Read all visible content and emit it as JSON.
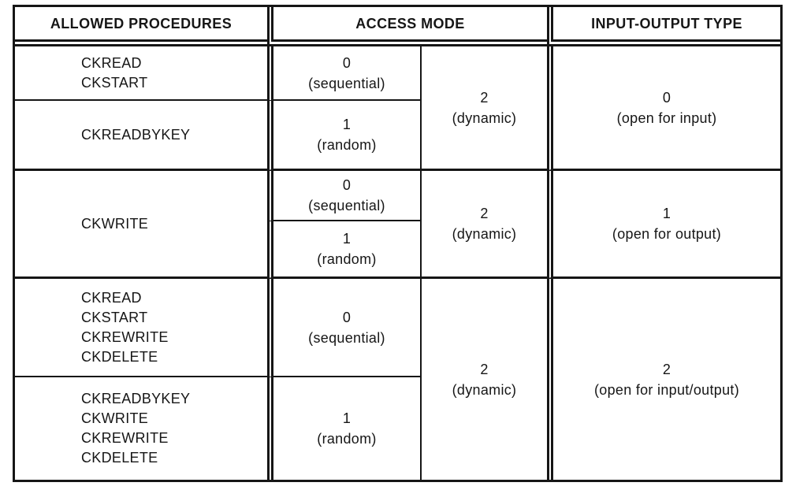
{
  "page": {
    "background": "#ffffff",
    "ink": "#161616"
  },
  "table": {
    "headers": {
      "procedures": "ALLOWED PROCEDURES",
      "access_mode": "ACCESS MODE",
      "io_type": "INPUT-OUTPUT TYPE"
    },
    "groups": [
      {
        "procedures": [
          {
            "lines": [
              "CKREAD",
              "CKSTART"
            ]
          },
          {
            "lines": [
              "CKREADBYKEY"
            ]
          }
        ],
        "access_modes": [
          {
            "value": "0",
            "label": "(sequential)"
          },
          {
            "value": "1",
            "label": "(random)"
          }
        ],
        "access_span": {
          "value": "2",
          "label": "(dynamic)"
        },
        "io": {
          "value": "0",
          "label": "(open for input)"
        }
      },
      {
        "procedures": [
          {
            "lines": [
              "CKWRITE"
            ]
          }
        ],
        "access_modes": [
          {
            "value": "0",
            "label": "(sequential)"
          },
          {
            "value": "1",
            "label": "(random)"
          }
        ],
        "access_span": {
          "value": "2",
          "label": "(dynamic)"
        },
        "io": {
          "value": "1",
          "label": "(open for output)"
        }
      },
      {
        "procedures": [
          {
            "lines": [
              "CKREAD",
              "CKSTART",
              "CKREWRITE",
              "CKDELETE"
            ]
          },
          {
            "lines": [
              "CKREADBYKEY",
              "CKWRITE",
              "CKREWRITE",
              "CKDELETE"
            ]
          }
        ],
        "access_modes": [
          {
            "value": "0",
            "label": "(sequential)"
          },
          {
            "value": "1",
            "label": "(random)"
          }
        ],
        "access_span": {
          "value": "2",
          "label": "(dynamic)"
        },
        "io": {
          "value": "2",
          "label": "(open for input/output)"
        }
      }
    ]
  }
}
